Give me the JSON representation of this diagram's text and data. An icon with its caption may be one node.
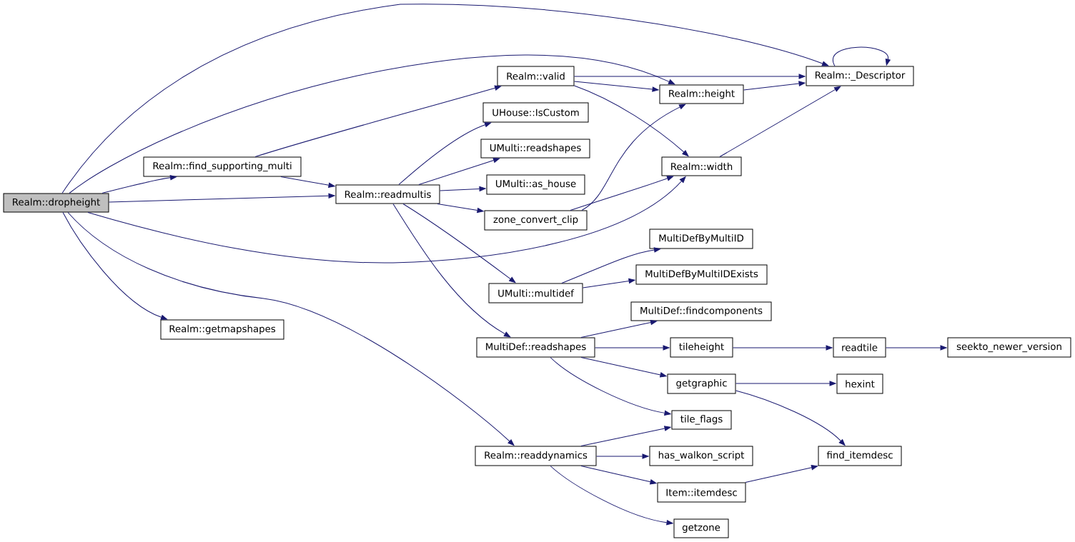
{
  "diagram": {
    "nodes": [
      {
        "text": [
          "Realm::dropheight"
        ]
      },
      {
        "text": [
          "Realm::find_supporting_multi"
        ]
      },
      {
        "text": [
          "Realm::getmapshapes"
        ]
      },
      {
        "text": [
          "Realm::readmultis"
        ]
      },
      {
        "text": [
          "Realm::valid"
        ]
      },
      {
        "text": [
          "UHouse::IsCustom"
        ]
      },
      {
        "text": [
          "UMulti::readshapes"
        ]
      },
      {
        "text": [
          "UMulti::as_house"
        ]
      },
      {
        "text": [
          "zone_convert_clip"
        ]
      },
      {
        "text": [
          "UMulti::multidef"
        ]
      },
      {
        "text": [
          "MultiDef::readshapes"
        ]
      },
      {
        "text": [
          "Realm::readdynamics"
        ]
      },
      {
        "text": [
          "Realm::height"
        ]
      },
      {
        "text": [
          "Realm::width"
        ]
      },
      {
        "text": [
          "Realm::_Descriptor"
        ]
      },
      {
        "text": [
          "MultiDefByMultiID"
        ]
      },
      {
        "text": [
          "MultiDefByMultiIDExists"
        ]
      },
      {
        "text": [
          "MultiDef::findcomponents"
        ]
      },
      {
        "text": [
          "tileheight"
        ]
      },
      {
        "text": [
          "getgraphic"
        ]
      },
      {
        "text": [
          "tile_flags"
        ]
      },
      {
        "text": [
          "has_walkon_script"
        ]
      },
      {
        "text": [
          "Item::itemdesc"
        ]
      },
      {
        "text": [
          "getzone"
        ]
      },
      {
        "text": [
          "readtile"
        ]
      },
      {
        "text": [
          "hexint"
        ]
      },
      {
        "text": [
          "find_itemdesc"
        ]
      },
      {
        "text": [
          "seekto_newer_version"
        ]
      }
    ],
    "edges": [
      {
        "from": 0,
        "to": 14,
        "arrow": "to"
      },
      {
        "from": 0,
        "to": 12,
        "arrow": "to"
      },
      {
        "from": 0,
        "to": 1,
        "arrow": "to"
      },
      {
        "from": 0,
        "to": 3,
        "arrow": "to"
      },
      {
        "from": 0,
        "to": 13,
        "arrow": "to"
      },
      {
        "from": 0,
        "to": 2,
        "arrow": "to"
      },
      {
        "from": 0,
        "to": 11,
        "arrow": "to"
      },
      {
        "from": 1,
        "to": 4,
        "arrow": "to"
      },
      {
        "from": 1,
        "to": 3,
        "arrow": "to"
      },
      {
        "from": 3,
        "to": 5,
        "arrow": "to"
      },
      {
        "from": 3,
        "to": 6,
        "arrow": "to"
      },
      {
        "from": 3,
        "to": 7,
        "arrow": "to"
      },
      {
        "from": 3,
        "to": 8,
        "arrow": "to"
      },
      {
        "from": 3,
        "to": 9,
        "arrow": "to"
      },
      {
        "from": 3,
        "to": 10,
        "arrow": "to"
      },
      {
        "from": 4,
        "to": 14,
        "arrow": "to"
      },
      {
        "from": 4,
        "to": 12,
        "arrow": "to"
      },
      {
        "from": 4,
        "to": 13,
        "arrow": "to"
      },
      {
        "from": 8,
        "to": 12,
        "arrow": "to"
      },
      {
        "from": 8,
        "to": 13,
        "arrow": "to"
      },
      {
        "from": 12,
        "to": 14,
        "arrow": "to"
      },
      {
        "from": 13,
        "to": 14,
        "arrow": "to"
      },
      {
        "from": 14,
        "to": 14,
        "arrow": "to"
      },
      {
        "from": 9,
        "to": 15,
        "arrow": "to"
      },
      {
        "from": 9,
        "to": 16,
        "arrow": "to"
      },
      {
        "from": 10,
        "to": 17,
        "arrow": "to"
      },
      {
        "from": 10,
        "to": 18,
        "arrow": "to"
      },
      {
        "from": 10,
        "to": 19,
        "arrow": "to"
      },
      {
        "from": 10,
        "to": 20,
        "arrow": "to"
      },
      {
        "from": 18,
        "to": 24,
        "arrow": "to"
      },
      {
        "from": 24,
        "to": 27,
        "arrow": "to"
      },
      {
        "from": 19,
        "to": 25,
        "arrow": "to"
      },
      {
        "from": 19,
        "to": 26,
        "arrow": "to"
      },
      {
        "from": 11,
        "to": 20,
        "arrow": "to"
      },
      {
        "from": 11,
        "to": 21,
        "arrow": "to"
      },
      {
        "from": 11,
        "to": 22,
        "arrow": "to"
      },
      {
        "from": 11,
        "to": 23,
        "arrow": "to"
      },
      {
        "from": 22,
        "to": 26,
        "arrow": "to"
      }
    ]
  }
}
